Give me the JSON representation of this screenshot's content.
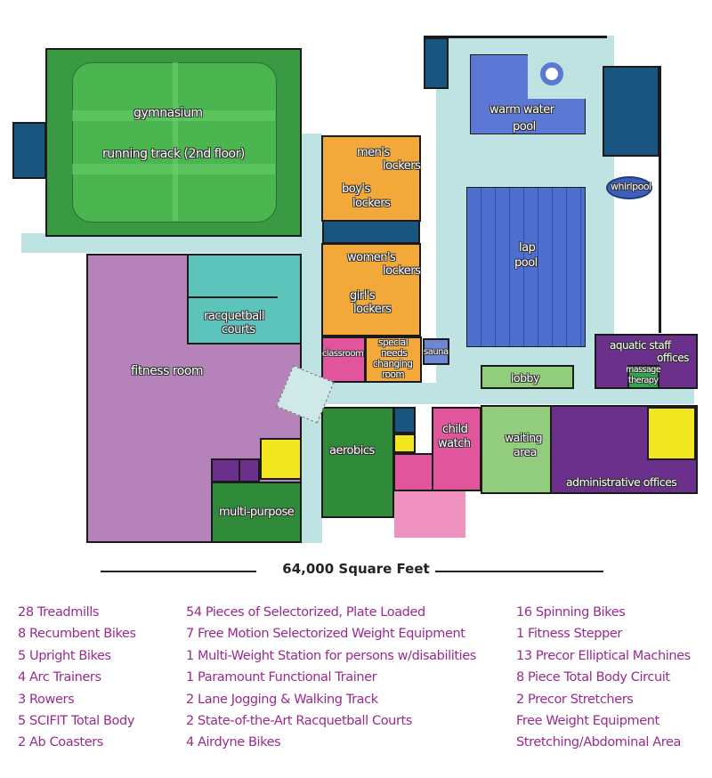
{
  "floor_plan": {
    "rooms": {
      "gymnasium": {
        "label": "gymnasium",
        "color": "#3a9a44"
      },
      "running_track": {
        "label": "running track (2nd floor)"
      },
      "fitness_room": {
        "label": "fitness room",
        "color": "#b583b9"
      },
      "racquetball_courts": {
        "label_1": "racquetball",
        "label_2": "courts",
        "color": "#5cc4bb"
      },
      "multi_purpose": {
        "label": "multi-purpose",
        "color": "#2f8a3a"
      },
      "mens_lockers": {
        "label_1": "men's",
        "label_2": "lockers",
        "color": "#f2a93a"
      },
      "boys_lockers": {
        "label_1": "boy's",
        "label_2": "lockers"
      },
      "womens_lockers": {
        "label_1": "women's",
        "label_2": "lockers"
      },
      "girls_lockers": {
        "label_1": "girl's",
        "label_2": "lockers"
      },
      "classroom": {
        "label": "classroom",
        "color": "#e0559c"
      },
      "special_needs": {
        "label_1": "special",
        "label_2": "needs",
        "label_3": "changing",
        "label_4": "room"
      },
      "sauna": {
        "label": "sauna",
        "color": "#6f86d6"
      },
      "warm_water_pool": {
        "label_1": "warm water",
        "label_2": "pool",
        "color": "#5b78d4"
      },
      "lap_pool": {
        "label_1": "lap",
        "label_2": "pool",
        "color": "#4d6fd0"
      },
      "whirlpool": {
        "label": "whirlpool"
      },
      "aquatic_staff_offices": {
        "label_1": "aquatic staff",
        "label_2": "offices",
        "color": "#6b2f8c"
      },
      "massage_therapy": {
        "label_1": "massage",
        "label_2": "therapy"
      },
      "lobby": {
        "label": "lobby",
        "color": "#92cc7d"
      },
      "waiting_area": {
        "label_1": "waiting",
        "label_2": "area"
      },
      "aerobics": {
        "label": "aerobics",
        "color": "#2f8a3a"
      },
      "child_watch": {
        "label_1": "child",
        "label_2": "watch",
        "color": "#e0559c"
      },
      "administrative_offices": {
        "label": "administrative offices"
      }
    },
    "colors": {
      "hallway": "#bfe3e3",
      "mechanical": "#1a5580",
      "restroom": "#f2e61e",
      "outdoor_play": "#ef92c0",
      "wall": "#1b1b1b"
    }
  },
  "footer": {
    "square_feet": "64,000 Square Feet"
  },
  "amenities": {
    "column_1": [
      "28 Treadmills",
      "8 Recumbent Bikes",
      "5 Upright Bikes",
      "4 Arc Trainers",
      "3 Rowers",
      "5 SCIFIT Total Body",
      "2 Ab Coasters"
    ],
    "column_2": [
      "54 Pieces of Selectorized, Plate Loaded",
      "7 Free Motion Selectorized Weight Equipment",
      "1 Multi-Weight Station for persons w/disabilities",
      "1 Paramount Functional Trainer",
      "2 Lane Jogging & Walking Track",
      "2 State-of-the-Art Racquetball Courts",
      "4 Airdyne Bikes"
    ],
    "column_3": [
      "16 Spinning Bikes",
      "1 Fitness Stepper",
      "13 Precor Elliptical Machines",
      "8 Piece Total Body Circuit",
      "2 Precor Stretchers",
      "Free Weight Equipment",
      "Stretching/Abdominal Area"
    ],
    "text_color": "#9b2a8e"
  }
}
